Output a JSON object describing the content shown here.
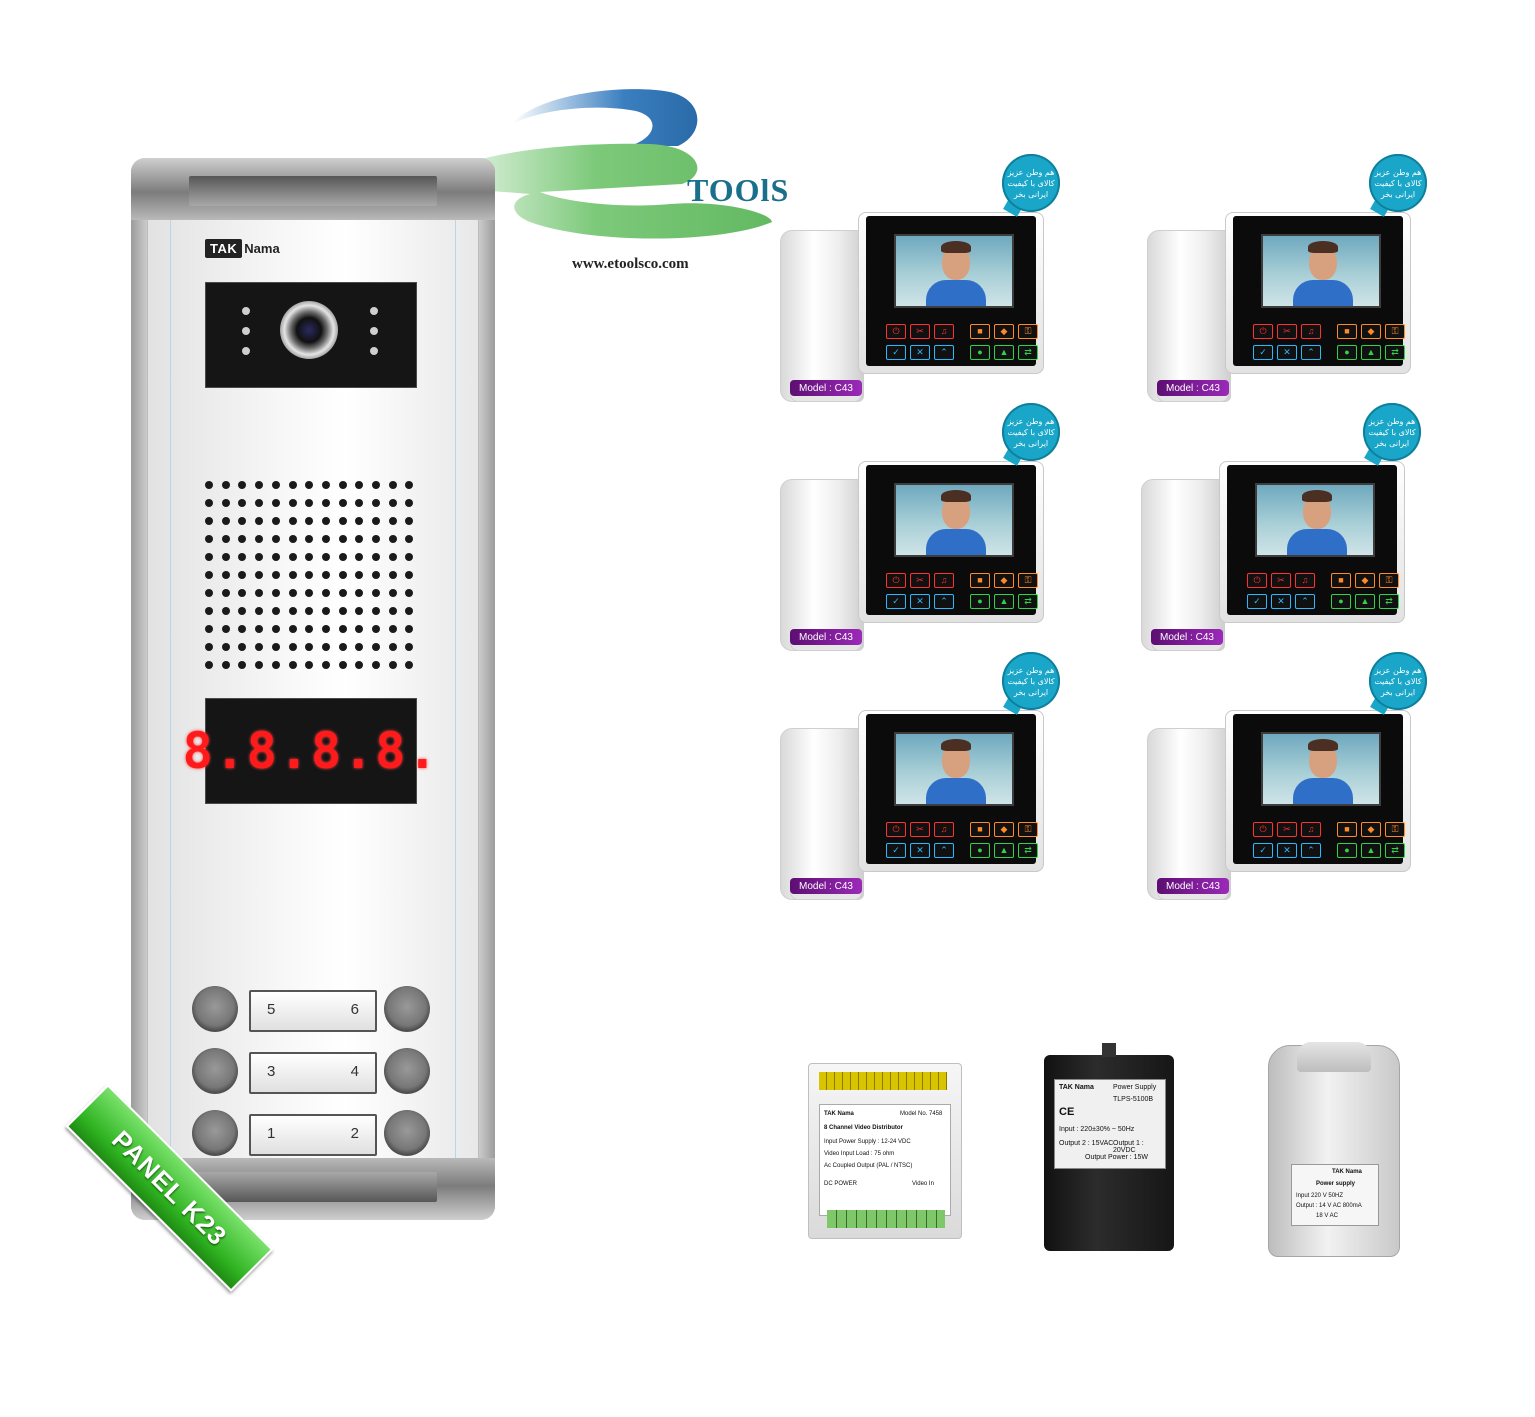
{
  "logo": {
    "wordmark": "TOOlS",
    "url": "www.etoolsco.com",
    "colors": {
      "blue": "#3b7fc0",
      "green": "#7cc97a",
      "teal": "#1a6f8a"
    }
  },
  "panel": {
    "brand_tak": "TAK",
    "brand_nama": "Nama",
    "display": "8.8.8.8.",
    "ribbon": "PANEL K23",
    "buttons": [
      {
        "left": "5",
        "right": "6"
      },
      {
        "left": "3",
        "right": "4"
      },
      {
        "left": "1",
        "right": "2"
      }
    ]
  },
  "monitors": [
    {
      "model": "Model : C43",
      "badge": [
        "هم وطن عزیز",
        "کالای با کیفیت",
        "ایرانی بخر"
      ]
    },
    {
      "model": "Model : C43",
      "badge": [
        "هم وطن عزیز",
        "کالای با کیفیت",
        "ایرانی بخر"
      ]
    },
    {
      "model": "Model : C43",
      "badge": [
        "هم وطن عزیز",
        "کالای با کیفیت",
        "ایرانی بخر"
      ]
    },
    {
      "model": "Model : C43",
      "badge": [
        "هم وطن عزیز",
        "کالای با کیفیت",
        "ایرانی بخر"
      ]
    },
    {
      "model": "Model : C43",
      "badge": [
        "هم وطن عزیز",
        "کالای با کیفیت",
        "ایرانی بخر"
      ]
    },
    {
      "model": "Model : C43",
      "badge": [
        "هم وطن عزیز",
        "کالای با کیفیت",
        "ایرانی بخر"
      ]
    }
  ],
  "accessories": {
    "distributor": {
      "brand": "TAK Nama",
      "model": "Model No. 7458",
      "title": "8 Channel Video Distributor",
      "input": "Input Power Supply : 12-24 VDC",
      "load": "Video Input Load : 75 ohm",
      "output": "Ac Coupled Output (PAL / NTSC)",
      "dc": "DC POWER",
      "video": "Video In"
    },
    "psu_black": {
      "brand": "TAK Nama",
      "title": "Power Supply",
      "model": "TLPS-5100B",
      "ce": "CE",
      "input": "Input : 220±30% ~ 50Hz",
      "output2": "Output 2 : 15VAC",
      "output1": "Output 1 : 20VDC",
      "power": "Output Power : 15W"
    },
    "psu_white": {
      "brand": "TAK Nama",
      "title": "Power supply",
      "input": "Input 220 V  50HZ",
      "output": "Output : 14 V AC 800mA",
      "output2": "18 V AC"
    }
  }
}
